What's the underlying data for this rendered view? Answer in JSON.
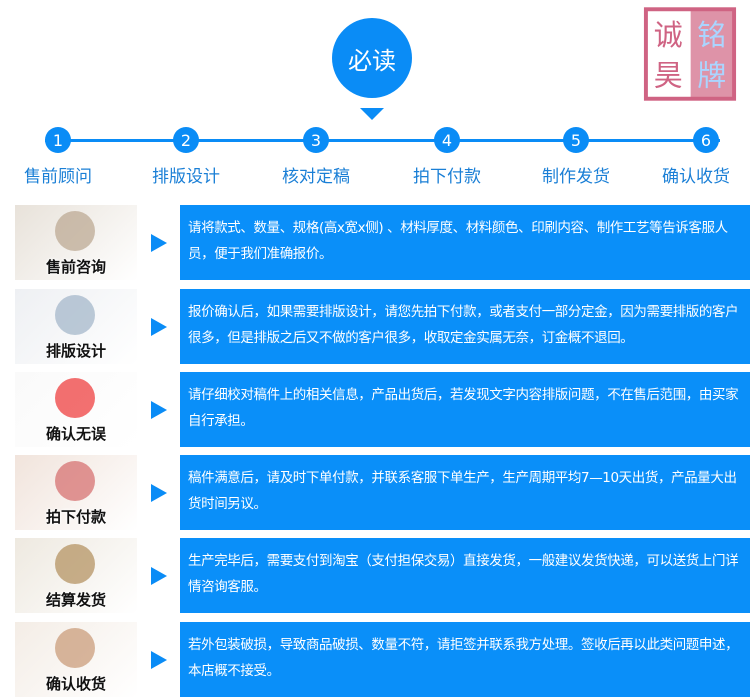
{
  "header": {
    "title": "必读"
  },
  "steps": [
    {
      "num": "1",
      "label": "售前顾问"
    },
    {
      "num": "2",
      "label": "排版设计"
    },
    {
      "num": "3",
      "label": "核对定稿"
    },
    {
      "num": "4",
      "label": "拍下付款"
    },
    {
      "num": "5",
      "label": "制作发货"
    },
    {
      "num": "6",
      "label": "确认收货"
    }
  ],
  "rows": [
    {
      "caption": "售前咨询",
      "text": "请将款式、数量、规格(高x宽x侧) 、材料厚度、材料颜色、印刷内容、制作工艺等告诉客服人员，便于我们准确报价。"
    },
    {
      "caption": "排版设计",
      "text": "报价确认后，如果需要排版设计，请您先拍下付款，或者支付一部分定金，因为需要排版的客户很多，但是排版之后又不做的客户很多，收取定金实属无奈，订金概不退回。"
    },
    {
      "caption": "确认无误",
      "text": "请仔细校对稿件上的相关信息，产品出货后，若发现文字内容排版问题，不在售后范围，由买家自行承担。"
    },
    {
      "caption": "拍下付款",
      "text": "稿件满意后，请及时下单付款，并联系客服下单生产，生产周期平均7—10天出货，产品量大出货时间另议。"
    },
    {
      "caption": "结算发货",
      "text": "生产完毕后，需要支付到淘宝（支付担保交易）直接发货，一般建议发货快递，可以送货上门详情咨询客服。"
    },
    {
      "caption": "确认收货",
      "text": "若外包装破损，导致商品破损、数量不符，请拒签并联系我方处理。签收后再以此类问题申述，本店概不接受。"
    }
  ],
  "seal": {
    "chars": [
      "铭",
      "牌",
      "诚",
      "昊"
    ]
  },
  "colors": {
    "accent": "#0a8ff9",
    "seal": "#c0305a"
  }
}
